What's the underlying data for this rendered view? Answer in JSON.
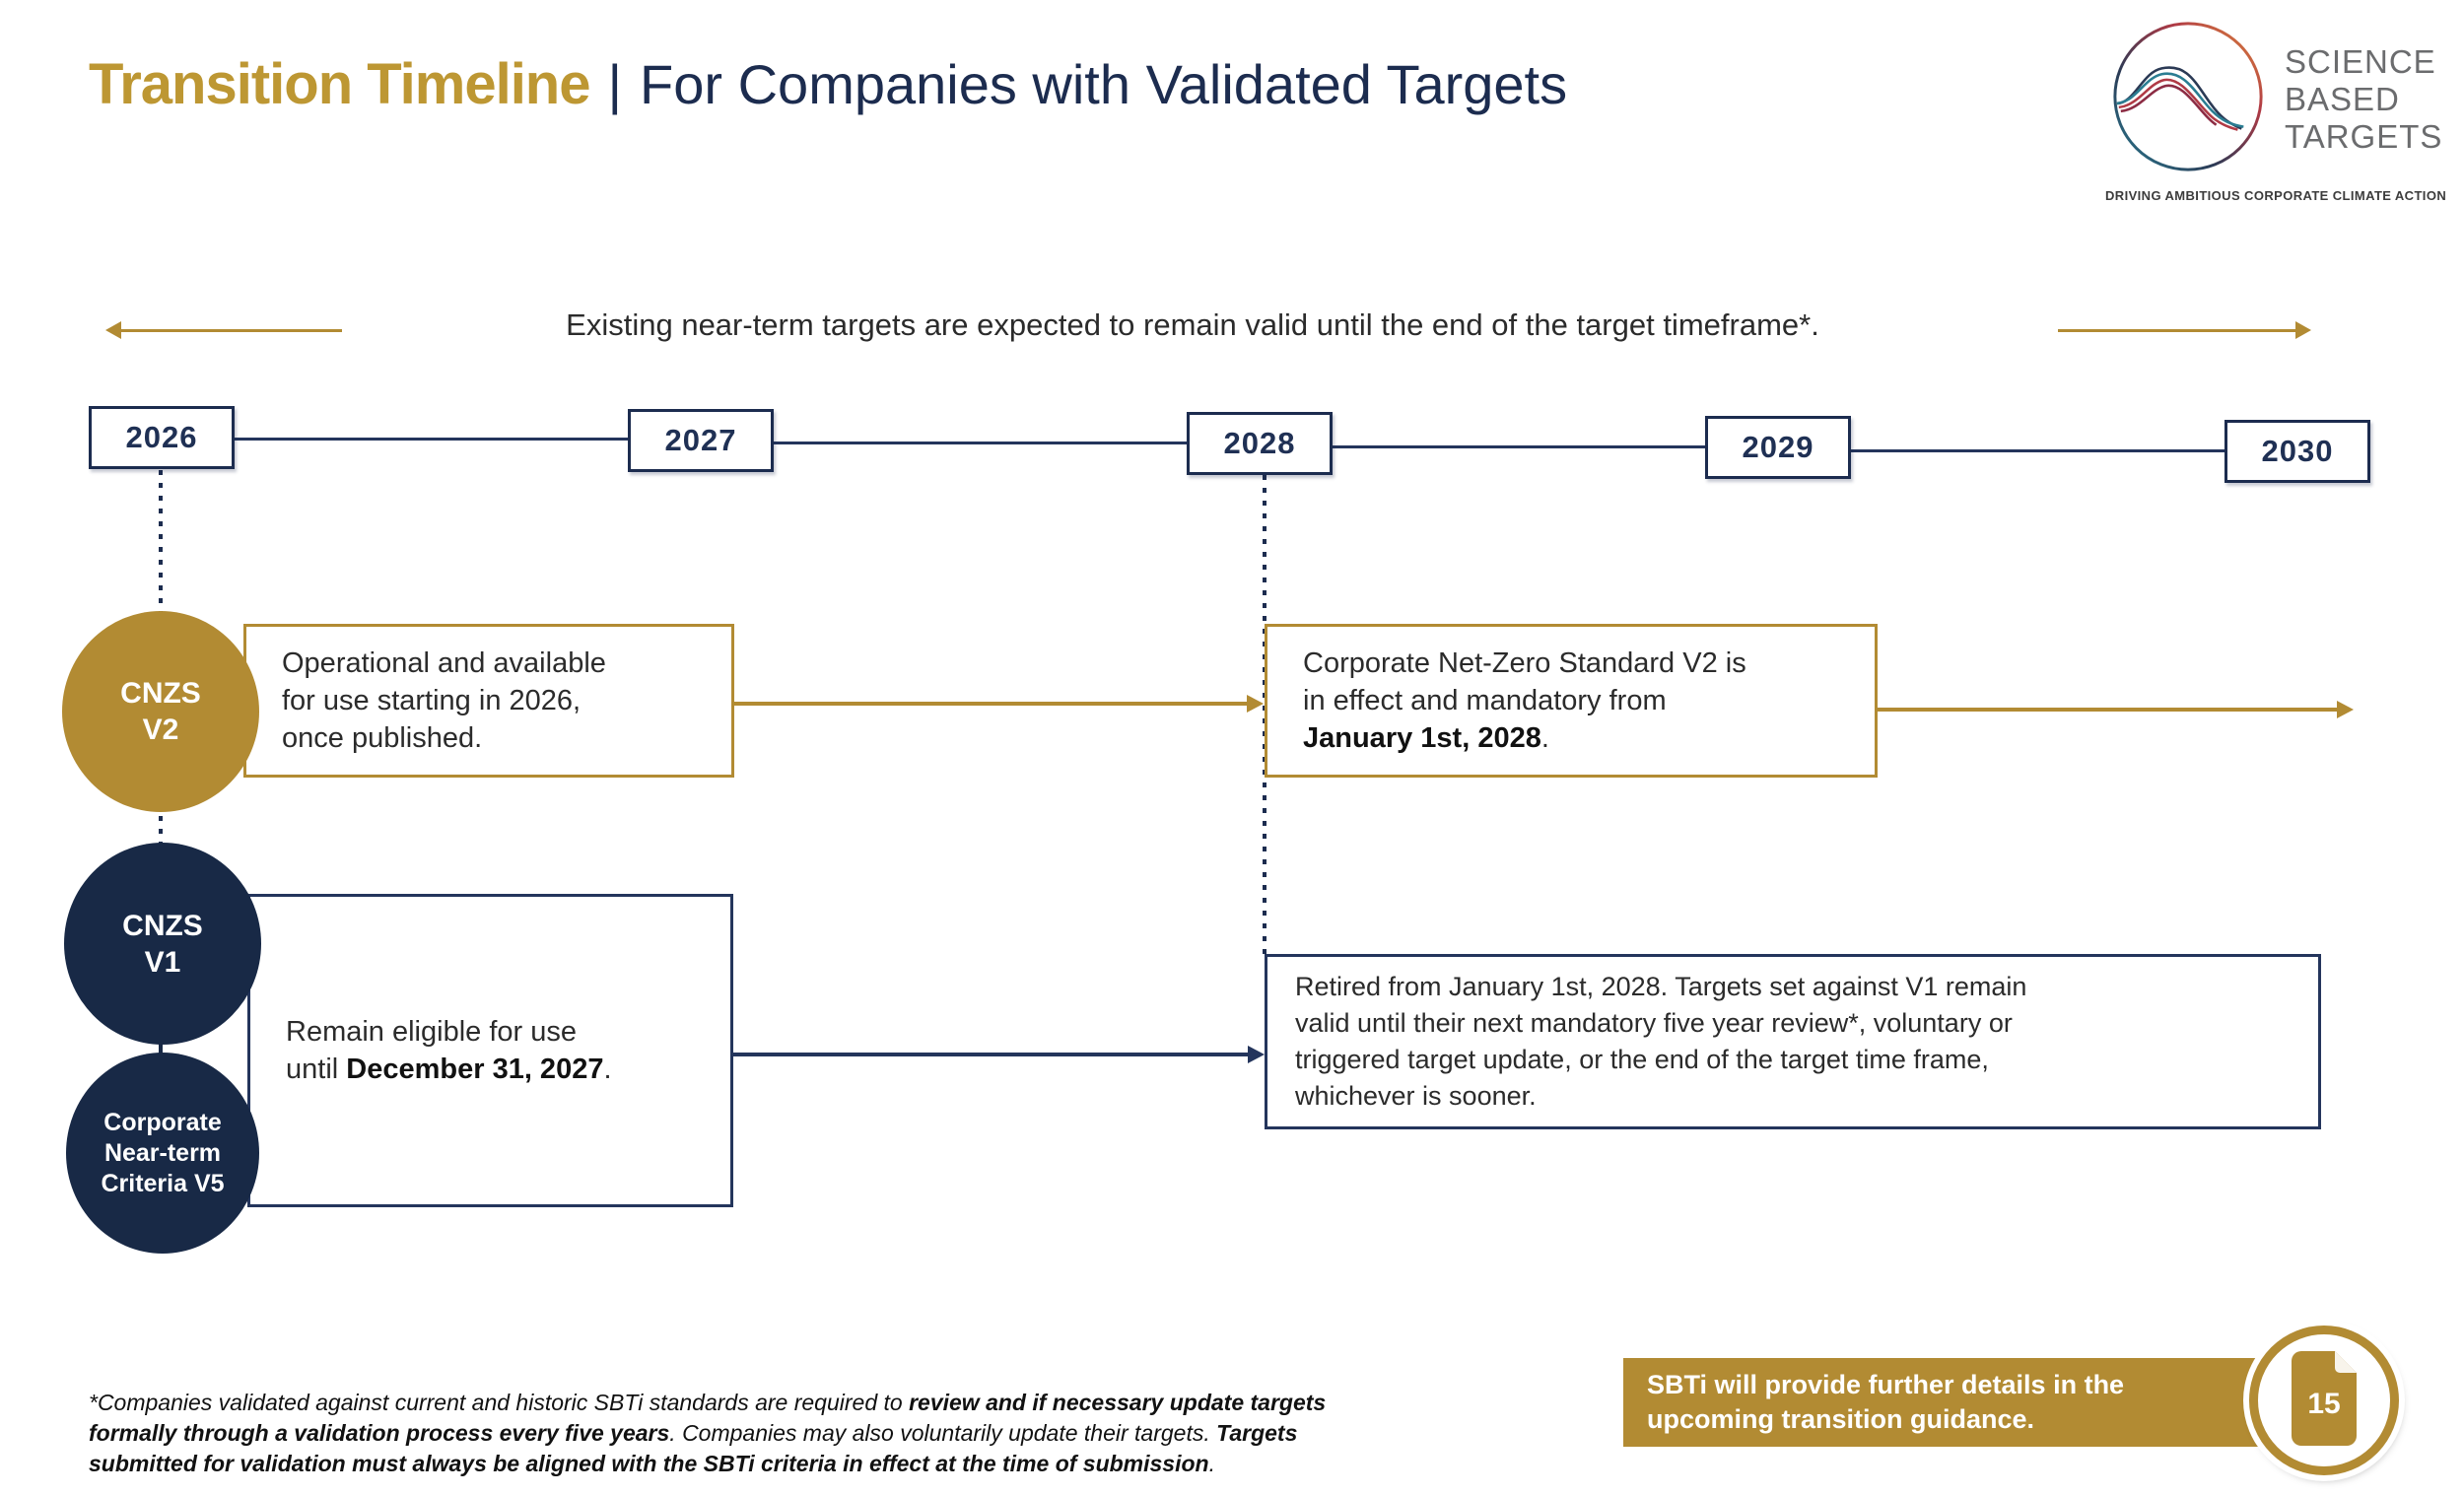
{
  "slide": {
    "title": {
      "primary": "Transition Timeline",
      "separator": "|",
      "secondary": "For Companies with Validated Targets"
    },
    "page_number": "15"
  },
  "logo": {
    "wordmark": "SCIENCE\nBASED\nTARGETS",
    "tagline": "DRIVING AMBITIOUS CORPORATE CLIMATE ACTION"
  },
  "callout": {
    "text": "Existing near-term targets are expected to remain valid until the end of the target timeframe*."
  },
  "timeline_years": [
    "2026",
    "2027",
    "2028",
    "2029",
    "2030"
  ],
  "cnzs_v2": {
    "circle_label": "CNZS\nV2",
    "box_available": [
      {
        "t": "Operational and available\nfor use starting in 2026,\nonce published.",
        "b": false
      }
    ],
    "box_mandatory": [
      {
        "t": "Corporate Net-Zero Standard V2 is\nin effect and mandatory from\n",
        "b": false
      },
      {
        "t": "January 1st, 2028",
        "b": true
      },
      {
        "t": ".",
        "b": false
      }
    ]
  },
  "cnzs_v1": {
    "circle_label": "CNZS\nV1",
    "criteria_circle_label": "Corporate\nNear-term\nCriteria V5",
    "box_eligible": [
      {
        "t": "Remain eligible for use\nuntil ",
        "b": false
      },
      {
        "t": "December 31, 2027",
        "b": true
      },
      {
        "t": ".",
        "b": false
      }
    ],
    "box_retired": [
      {
        "t": "Retired from January 1st, 2028. Targets set against V1 remain\nvalid until their next mandatory five year review*, voluntary or\ntriggered target update, or the end of the target time frame,\nwhichever is sooner.",
        "b": false
      }
    ]
  },
  "footnote_segments": [
    {
      "t": "*Companies validated against current and historic SBTi standards are required to ",
      "b": false
    },
    {
      "t": "review and if necessary update targets\nformally through a validation process every five years",
      "b": true
    },
    {
      "t": ". Companies may also voluntarily update their targets. ",
      "b": false
    },
    {
      "t": "Targets\nsubmitted for validation must always be aligned with the SBTi criteria in effect at the time of submission",
      "b": true
    },
    {
      "t": ".",
      "b": false
    }
  ],
  "banner": {
    "text": "SBTi will provide further details in the\nupcoming transition guidance."
  },
  "colors": {
    "gold": "#b28b33",
    "title_gold": "#bd9733",
    "navy": "#1c2c4f",
    "circle_navy": "#182946"
  }
}
